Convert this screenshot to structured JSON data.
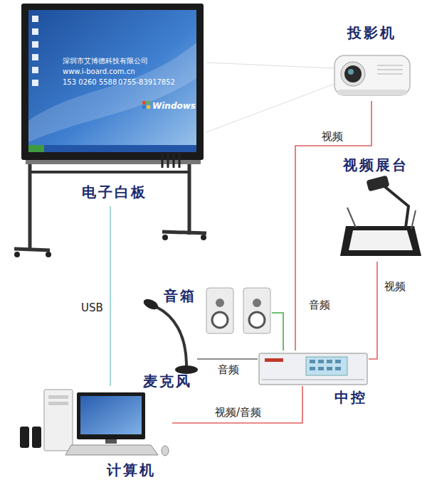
{
  "diagram": {
    "nodes": [
      {
        "text": [
          "电子白板"
        ]
      },
      {
        "text": [
          "投影机"
        ]
      },
      {
        "text": [
          "视频展台"
        ]
      },
      {
        "text": [
          "音箱"
        ]
      },
      {
        "text": [
          "麦克风"
        ]
      },
      {
        "text": [
          "中控"
        ]
      },
      {
        "text": [
          "计算机"
        ]
      }
    ],
    "edges": [
      {
        "from": 0,
        "to": 6,
        "label": "USB",
        "arrow": "none"
      },
      {
        "from": 1,
        "to": 5,
        "label": "视频",
        "arrow": "none"
      },
      {
        "from": 2,
        "to": 5,
        "label": "视频",
        "arrow": "none"
      },
      {
        "from": 3,
        "to": 5,
        "label": "音频",
        "arrow": "none"
      },
      {
        "from": 4,
        "to": 5,
        "label": "音频",
        "arrow": "none"
      },
      {
        "from": 6,
        "to": 5,
        "label": "视频/音频",
        "arrow": "none"
      }
    ],
    "labels": [
      "深圳市艾博德科技有限公司",
      "www.i-board.com.cn",
      "153 0260 5588",
      "0755-83917852",
      "Windows"
    ]
  }
}
